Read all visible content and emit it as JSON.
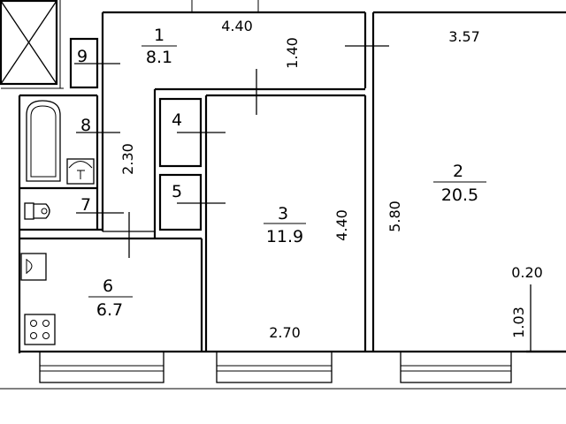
{
  "rooms": [
    {
      "id": "1",
      "number": "1",
      "area": "8.1"
    },
    {
      "id": "2",
      "number": "2",
      "area": "20.5"
    },
    {
      "id": "3",
      "number": "3",
      "area": "11.9"
    },
    {
      "id": "4",
      "number": "4",
      "area": ""
    },
    {
      "id": "5",
      "number": "5",
      "area": ""
    },
    {
      "id": "6",
      "number": "6",
      "area": "6.7"
    },
    {
      "id": "7",
      "number": "7",
      "area": ""
    },
    {
      "id": "8",
      "number": "8",
      "area": ""
    },
    {
      "id": "9",
      "number": "9",
      "area": ""
    }
  ],
  "dimensions": {
    "hall_width": "4.40",
    "hall_depth": "1.40",
    "room2_width": "3.57",
    "room2_length": "5.80",
    "corridor_length": "2.30",
    "room3_length": "4.40",
    "room3_width": "2.70",
    "window_offset": "0.20",
    "window_width": "1.03"
  }
}
